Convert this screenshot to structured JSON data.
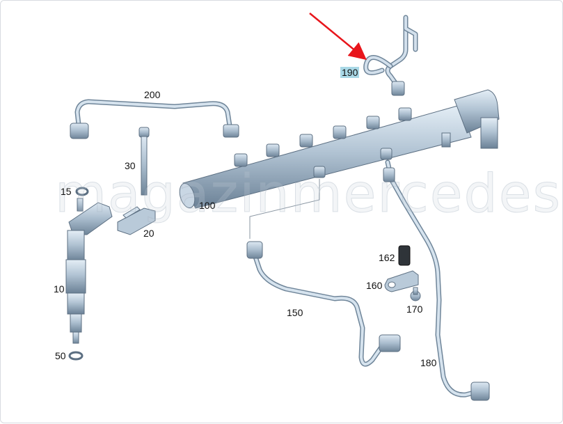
{
  "diagram": {
    "watermark": "magazinmercedes.ru",
    "highlight_color": "#a9d8e6",
    "arrow_color": "#e8151b",
    "parts": [
      {
        "id": "p190",
        "label": "190",
        "highlighted": true
      },
      {
        "id": "p200",
        "label": "200"
      },
      {
        "id": "p30",
        "label": "30"
      },
      {
        "id": "p15",
        "label": "15"
      },
      {
        "id": "p20",
        "label": "20"
      },
      {
        "id": "p100",
        "label": "100"
      },
      {
        "id": "p10",
        "label": "10"
      },
      {
        "id": "p50",
        "label": "50"
      },
      {
        "id": "p150",
        "label": "150"
      },
      {
        "id": "p162",
        "label": "162"
      },
      {
        "id": "p160",
        "label": "160"
      },
      {
        "id": "p170",
        "label": "170"
      },
      {
        "id": "p180",
        "label": "180"
      }
    ]
  }
}
